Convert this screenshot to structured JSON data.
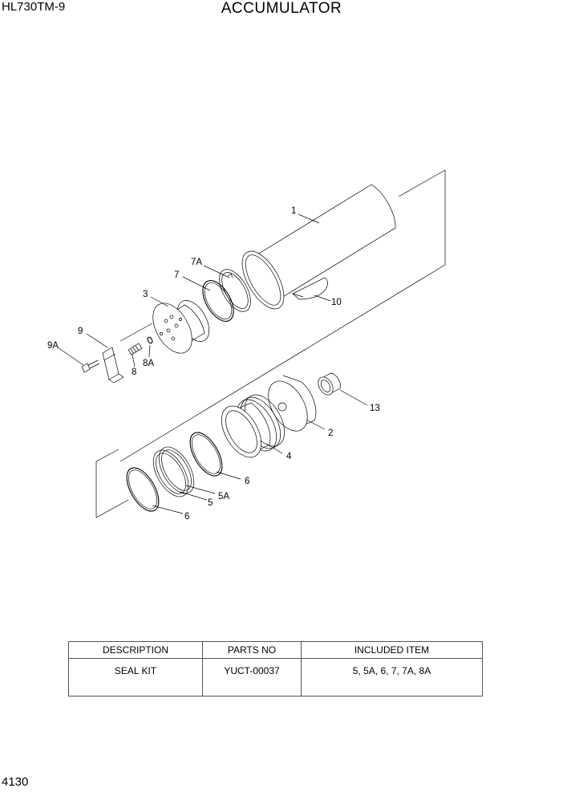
{
  "header": {
    "model": "HL730TM-9",
    "title": "ACCUMULATOR"
  },
  "callouts": {
    "c1": "1",
    "c2": "2",
    "c3": "3",
    "c4": "4",
    "c5": "5",
    "c5a": "5A",
    "c6a": "6",
    "c6b": "6",
    "c7": "7",
    "c7a": "7A",
    "c8": "8",
    "c8a": "8A",
    "c9": "9",
    "c9a": "9A",
    "c10": "10",
    "c13": "13"
  },
  "kit_table": {
    "headers": [
      "DESCRIPTION",
      "PARTS NO",
      "INCLUDED ITEM"
    ],
    "rows": [
      [
        "SEAL KIT",
        "YUCT-00037",
        "5, 5A, 6, 7, 7A, 8A"
      ]
    ]
  },
  "footer": {
    "page_number": "4130"
  }
}
